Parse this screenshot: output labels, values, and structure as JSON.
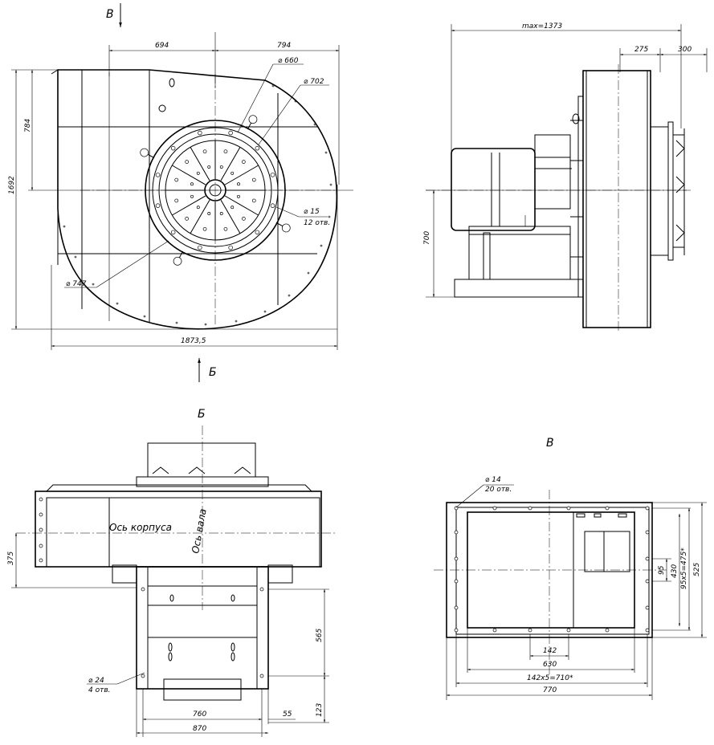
{
  "views": {
    "top_left": {
      "arrow_top": "В",
      "arrow_bottom": "Б",
      "dim_694": "694",
      "dim_794": "794",
      "dim_784": "784",
      "dim_1692": "1692",
      "dim_1873": "1873,5",
      "d660": "⌀ 660",
      "d702": "⌀ 702",
      "d15": "⌀ 15",
      "d15_count": "12 отв.",
      "d747": "⌀ 747"
    },
    "top_right": {
      "max": "max=1373",
      "dim_275": "275",
      "dim_300": "300",
      "dim_700": "700"
    },
    "bottom_left": {
      "title": "Б",
      "axis_body": "Ось корпуса",
      "axis_shaft": "Ось вала",
      "dim_375": "375",
      "dim_565": "565",
      "dim_123": "123",
      "dim_760": "760",
      "dim_55": "55",
      "dim_870": "870",
      "d24": "⌀ 24",
      "d24_count": "4 отв."
    },
    "bottom_right": {
      "title": "В",
      "d14": "⌀ 14",
      "d14_count": "20 отв.",
      "dim_95": "95",
      "dim_430": "430",
      "dim_95x5": "95x5=475*",
      "dim_525": "525",
      "dim_142": "142",
      "dim_630": "630",
      "dim_142x5": "142x5=710*",
      "dim_770": "770"
    }
  }
}
